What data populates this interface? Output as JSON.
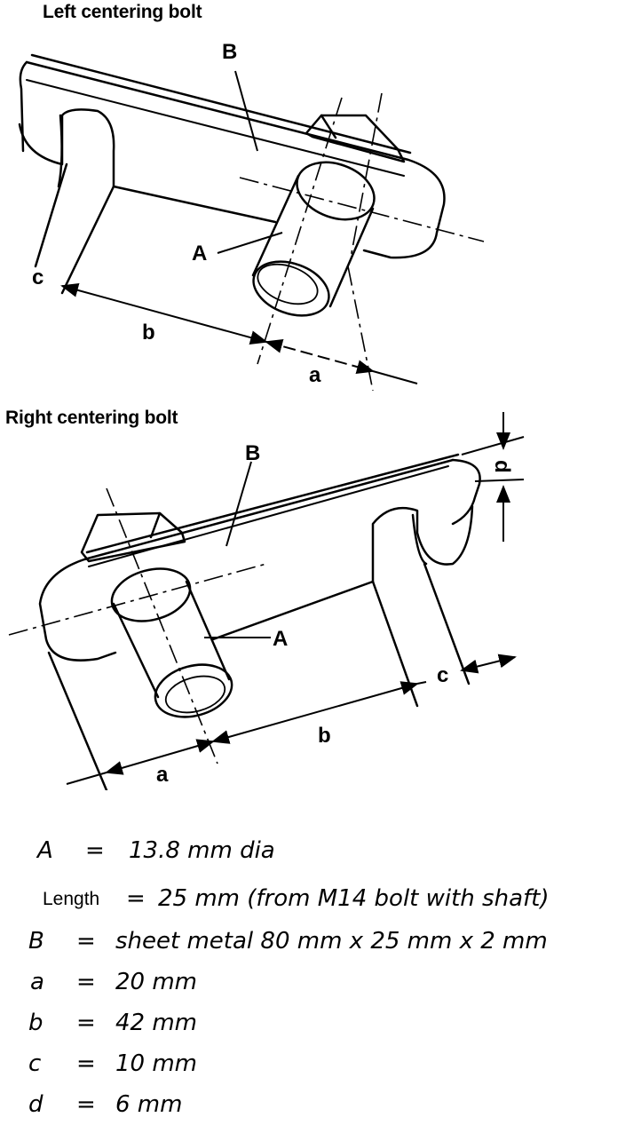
{
  "titles": {
    "left": "Left centering bolt",
    "right": "Right centering bolt"
  },
  "labels": {
    "A": "A",
    "B": "B",
    "a": "a",
    "b": "b",
    "c": "c",
    "d": "d"
  },
  "specs": [
    {
      "symbol": "A",
      "eq": "=",
      "value": "13.8 mm dia"
    },
    {
      "symbol": "Length",
      "eq": "=",
      "value": "25 mm (from M14 bolt with shaft)"
    },
    {
      "symbol": "B",
      "eq": "=",
      "value": "sheet metal 80 mm x 25 mm x 2 mm"
    },
    {
      "symbol": "a",
      "eq": "=",
      "value": "20 mm"
    },
    {
      "symbol": "b",
      "eq": "=",
      "value": "42 mm"
    },
    {
      "symbol": "c",
      "eq": "=",
      "value": "10 mm"
    },
    {
      "symbol": "d",
      "eq": "=",
      "value": "6 mm"
    }
  ]
}
